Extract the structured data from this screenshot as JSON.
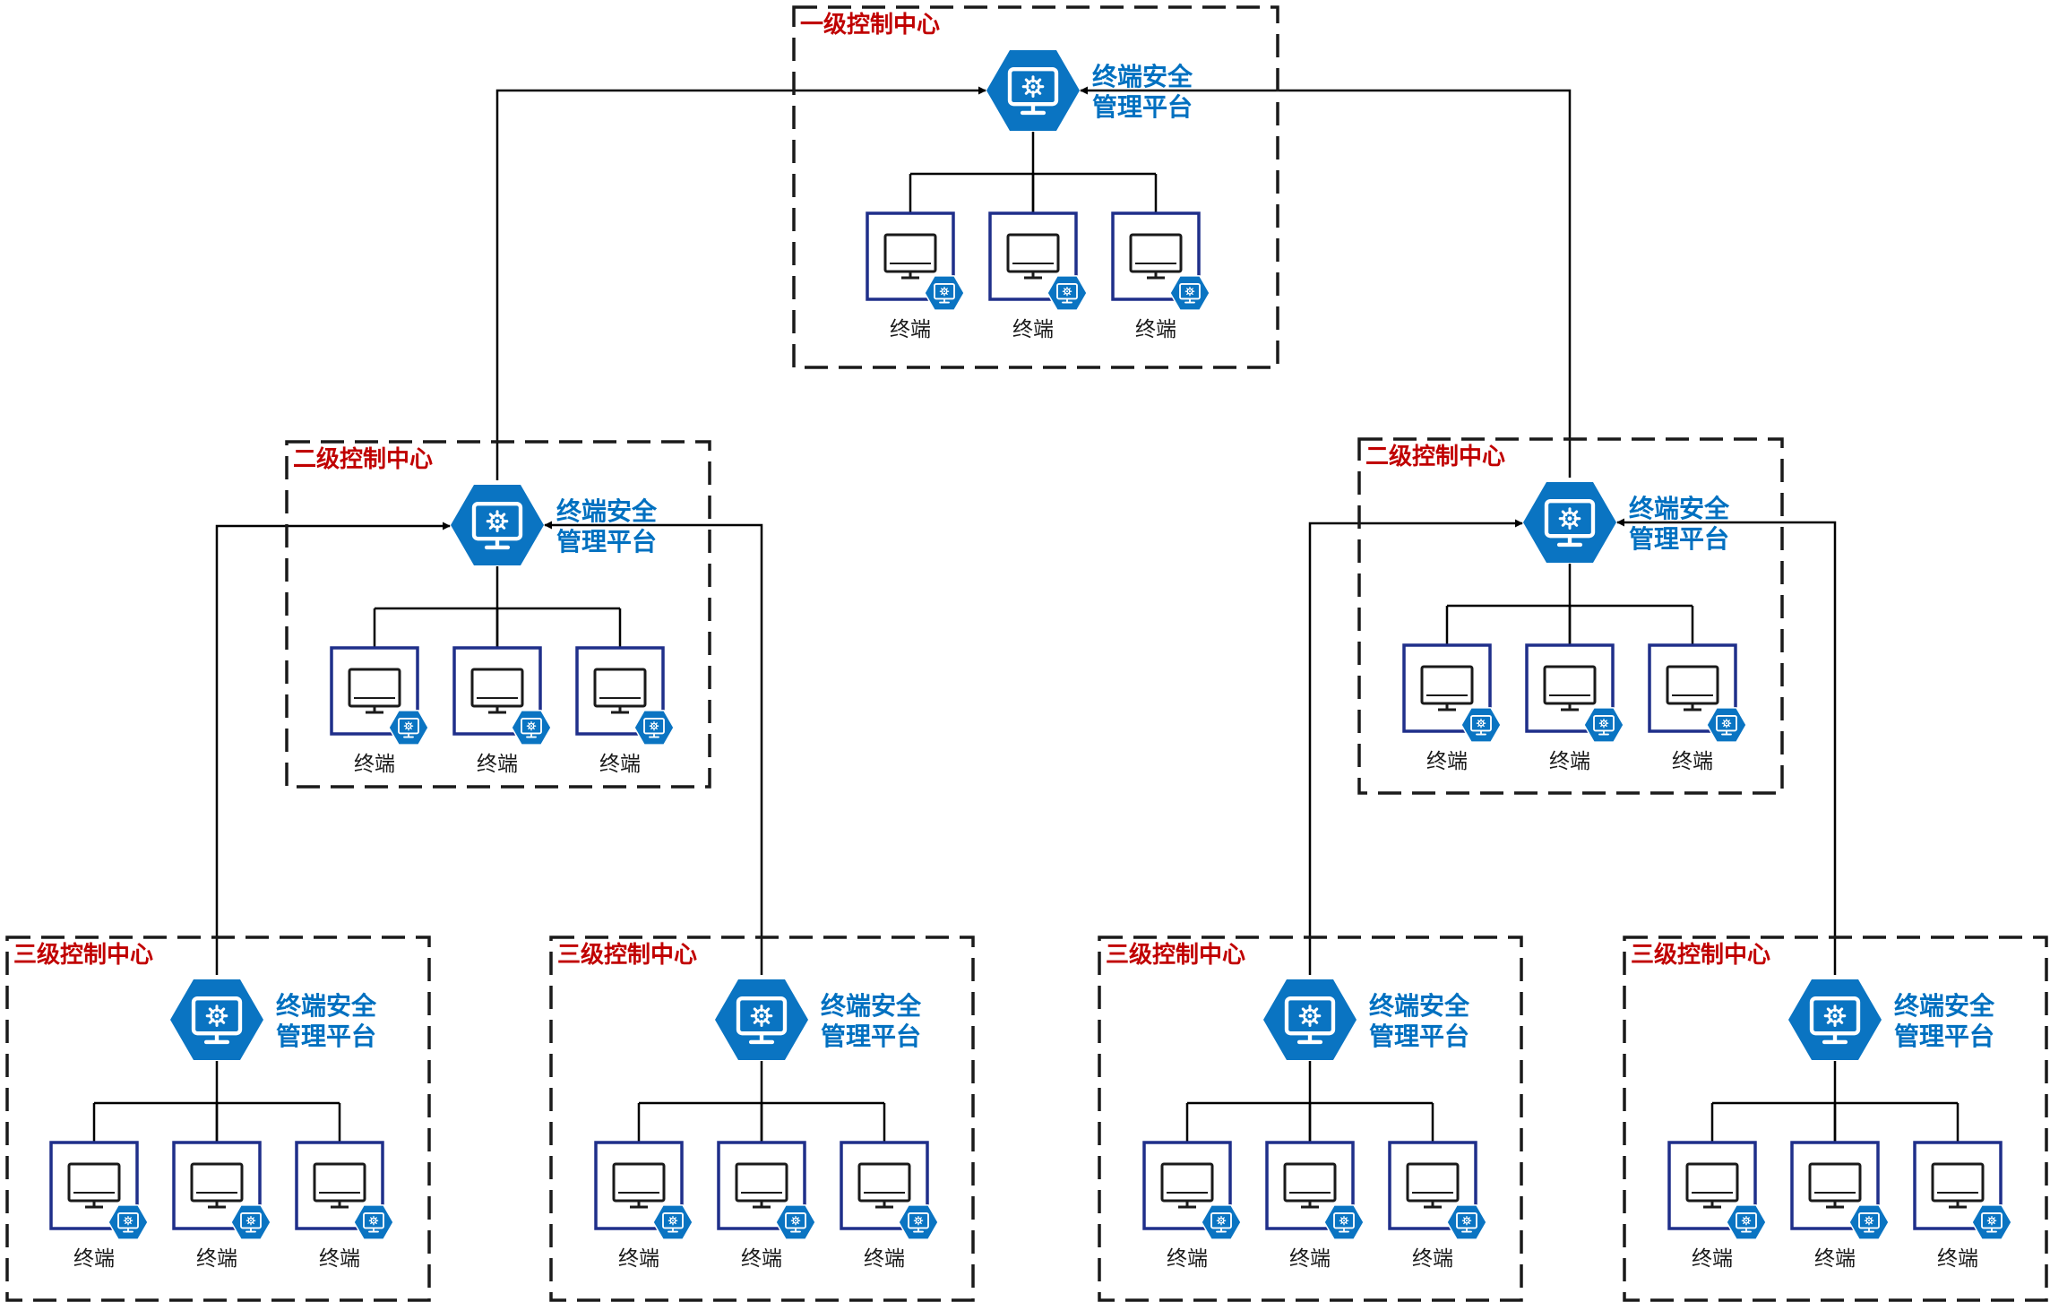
{
  "labels": {
    "platform_line1": "终端安全",
    "platform_line2": "管理平台",
    "terminal": "终端"
  },
  "centers": [
    {
      "id": "level1",
      "title": "一级控制中心"
    },
    {
      "id": "level2-left",
      "title": "二级控制中心"
    },
    {
      "id": "level2-right",
      "title": "二级控制中心"
    },
    {
      "id": "level3-a",
      "title": "三级控制中心"
    },
    {
      "id": "level3-b",
      "title": "三级控制中心"
    },
    {
      "id": "level3-c",
      "title": "三级控制中心"
    },
    {
      "id": "level3-d",
      "title": "三级控制中心"
    }
  ],
  "links": [
    {
      "from": "level2-left",
      "to": "level1"
    },
    {
      "from": "level2-right",
      "to": "level1"
    },
    {
      "from": "level3-a",
      "to": "level2-left"
    },
    {
      "from": "level3-b",
      "to": "level2-left"
    },
    {
      "from": "level3-c",
      "to": "level2-right"
    },
    {
      "from": "level3-d",
      "to": "level2-right"
    }
  ],
  "colors": {
    "title_red": "#c00000",
    "platform_blue": "#0070c0",
    "hex_fill": "#0a74c2",
    "terminal_navy": "#1f2f8a",
    "line": "#000000"
  }
}
